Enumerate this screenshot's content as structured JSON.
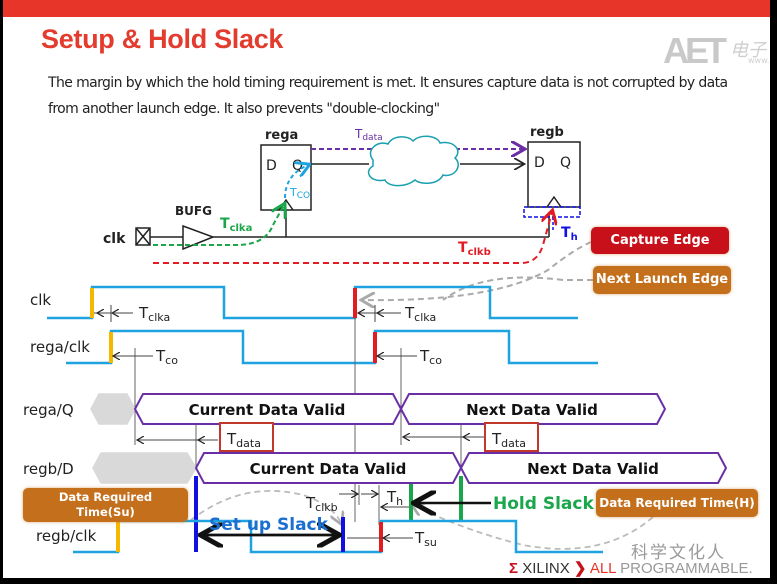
{
  "slide": {
    "title": "Setup & Hold Slack",
    "description": "The margin by which the hold timing requirement is met. It ensures  capture data is not corrupted by data from another launch edge. It  also prevents \"double-clocking\"",
    "logo_text": "AET",
    "logo_cn": "电子",
    "logo_www": "www.",
    "watermark": "科学文化人",
    "footer": {
      "brand": "XILINX",
      "tag_all": "ALL",
      "tag_rest": " PROGRAMMABLE."
    },
    "colors": {
      "title": "#e33b2d",
      "clock_wave": "#1fa3e0",
      "launch_edge": "#f5b800",
      "capture_edge": "#e31b23",
      "data_bus": "#6a2fa6",
      "setup": "#1010e0",
      "hold": "#1aa64a",
      "callout_red": "#c8101a",
      "callout_orange": "#c46f1c"
    }
  },
  "circuit": {
    "clk_label": "clk",
    "bufg_label": "BUFG",
    "rega": {
      "name": "rega",
      "d": "D",
      "q": "Q"
    },
    "regb": {
      "name": "regb",
      "d": "D",
      "q": "Q"
    },
    "t_clka": {
      "main": "T",
      "sub": "clka"
    },
    "t_co": {
      "main": "T",
      "sub": "CO"
    },
    "t_data": {
      "main": "T",
      "sub": "data"
    },
    "t_clkb": {
      "main": "T",
      "sub": "clkb"
    },
    "t_h": {
      "main": "T",
      "sub": "h"
    }
  },
  "callouts": {
    "capture_edge": "Capture Edge",
    "next_launch_edge": "Next Launch Edge",
    "data_required_su_1": "Data Required",
    "data_required_su_2": "Time(Su)",
    "data_required_h": "Data Required Time(H)"
  },
  "timing": {
    "signals": [
      "clk",
      "rega/clk",
      "rega/Q",
      "regb/D",
      "regb/clk"
    ],
    "rega_q": {
      "current": "Current Data Valid",
      "next": "Next Data Valid"
    },
    "regb_d": {
      "current": "Current Data Valid",
      "next": "Next Data Valid"
    },
    "annotations": {
      "t_clka": {
        "main": "T",
        "sub": "clka"
      },
      "t_co": {
        "main": "T",
        "sub": "co"
      },
      "t_data": {
        "main": "T",
        "sub": "data"
      },
      "t_clkb": {
        "main": "T",
        "sub": "clkb"
      },
      "t_h": {
        "main": "T",
        "sub": "h"
      },
      "t_su": {
        "main": "T",
        "sub": "su"
      }
    },
    "setup_slack": "Set up Slack",
    "hold_slack": "Hold Slack"
  }
}
